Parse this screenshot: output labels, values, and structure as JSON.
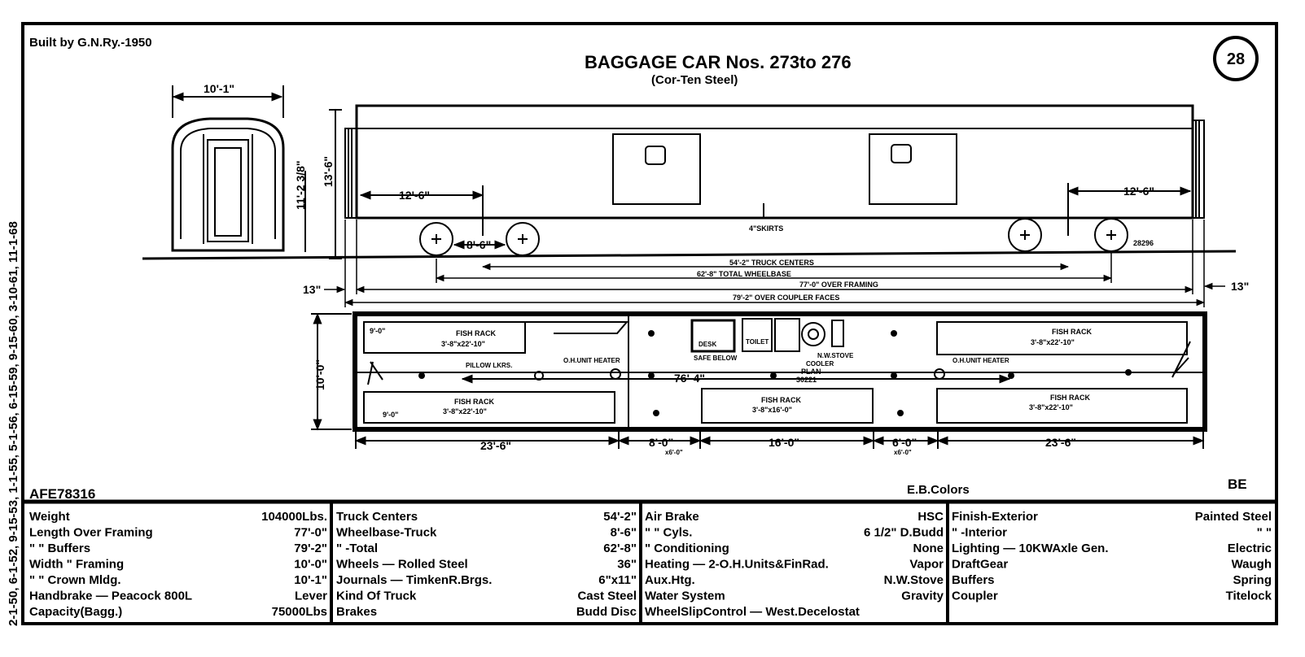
{
  "header": {
    "built_by": "Built by G.N.Ry.-1950",
    "title": "BAGGAGE CAR Nos. 273to 276",
    "subtitle": "(Cor-Ten Steel)",
    "diagram_number": "28"
  },
  "side_margin_dates": "2-1-50, 6-1-52, 9-15-53, 1-1-55, 5-1-56, 6-15-59, 9-15-60, 3-10-61, 11-1-68",
  "end_view": {
    "width_label": "10'-1\"",
    "height_label": "11'-2 3/8\""
  },
  "side_elevation": {
    "height_label": "13'-6\"",
    "left_overhang": "12'-6\"",
    "right_overhang": "12'-6\"",
    "skirts_label": "4\"SKIRTS",
    "truck_wheelbase": "8'-6\"",
    "car_number_small": "28296"
  },
  "dimension_lines": {
    "truck_centers": "54'-2\" TRUCK CENTERS",
    "total_wheelbase": "62'-8\" TOTAL WHEELBASE",
    "over_framing": "77'-0\" OVER FRAMING",
    "over_coupler_faces": "79'-2\" OVER COUPLER FACES",
    "left_end_offset": "13\"",
    "right_end_offset": "13\""
  },
  "floor_plan": {
    "width_label": "10'-0\"",
    "interior_length": "76'-4\"",
    "plan_label": "PLAN",
    "plan_number": "30221",
    "fish_rack_top_left_dim": "9'-0\"",
    "fish_rack_top_left": "FISH RACK",
    "fish_rack_top_left_size": "3'-8\"x22'-10\"",
    "fish_rack_bottom_left_dim": "9'-0\"",
    "fish_rack_bottom_left": "FISH RACK",
    "fish_rack_bottom_left_size": "3'-8\"x22'-10\"",
    "fish_rack_center": "FISH RACK",
    "fish_rack_center_size": "3'-8\"x16'-0\"",
    "fish_rack_top_right": "FISH RACK",
    "fish_rack_top_right_size": "3'-8\"x22'-10\"",
    "fish_rack_bottom_right": "FISH RACK",
    "fish_rack_bottom_right_size": "3'-8\"x22'-10\"",
    "pillow_lkrs": "PILLOW LKRS.",
    "oh_unit_heater_left": "O.H.UNIT HEATER",
    "oh_unit_heater_right": "O.H.UNIT HEATER",
    "desk": "DESK",
    "safe_below": "SAFE BELOW",
    "toilet": "TOILET",
    "nw_stove": "N.W.STOVE",
    "cooler": "COOLER",
    "seg_1": "23'-6\"",
    "seg_2": "8'-0\"",
    "seg_2_sub": "x6'-0\"",
    "seg_3": "16'-0\"",
    "seg_4": "6'-0\"",
    "seg_4_sub": "x6'-0\"",
    "seg_5": "23'-6\""
  },
  "footer_labels": {
    "afe": "AFE78316",
    "colors": "E.B.Colors",
    "class": "BE"
  },
  "specs": {
    "col1": [
      {
        "label": "Weight",
        "value": "104000Lbs."
      },
      {
        "label": "Length Over Framing",
        "value": "77'-0\""
      },
      {
        "label": "\"   \"  Buffers",
        "value": "79'-2\""
      },
      {
        "label": "Width   \"  Framing",
        "value": "10'-0\""
      },
      {
        "label": "\"   \"  Crown Mldg.",
        "value": "10'-1\""
      },
      {
        "label": "Handbrake — Peacock 800L",
        "value": "Lever"
      },
      {
        "label": "Capacity(Bagg.)",
        "value": "75000Lbs"
      }
    ],
    "col2": [
      {
        "label": "Truck Centers",
        "value": "54'-2\""
      },
      {
        "label": "Wheelbase-Truck",
        "value": "8'-6\""
      },
      {
        "label": "\"    -Total",
        "value": "62'-8\""
      },
      {
        "label": "Wheels — Rolled Steel",
        "value": "36\""
      },
      {
        "label": "Journals — TimkenR.Brgs.",
        "value": "6\"x11\""
      },
      {
        "label": "Kind Of Truck",
        "value": "Cast Steel"
      },
      {
        "label": "Brakes",
        "value": "Budd Disc"
      }
    ],
    "col3": [
      {
        "label": "Air Brake",
        "value": "HSC"
      },
      {
        "label": "\"  \"  Cyls.",
        "value": "6 1/2\" D.Budd"
      },
      {
        "label": "\" Conditioning",
        "value": "None"
      },
      {
        "label": "Heating — 2-O.H.Units&FinRad.",
        "value": "Vapor"
      },
      {
        "label": "Aux.Htg.",
        "value": "N.W.Stove"
      },
      {
        "label": "Water System",
        "value": "Gravity"
      },
      {
        "label": "WheelSlipControl — West.Decelostat",
        "value": ""
      }
    ],
    "col4": [
      {
        "label": "Finish-Exterior",
        "value": "Painted Steel"
      },
      {
        "label": "\"  -Interior",
        "value": "\"   \""
      },
      {
        "label": "Lighting — 10KWAxle Gen.",
        "value": "Electric"
      },
      {
        "label": "DraftGear",
        "value": "Waugh"
      },
      {
        "label": "Buffers",
        "value": "Spring"
      },
      {
        "label": "Coupler",
        "value": "Titelock"
      }
    ]
  }
}
